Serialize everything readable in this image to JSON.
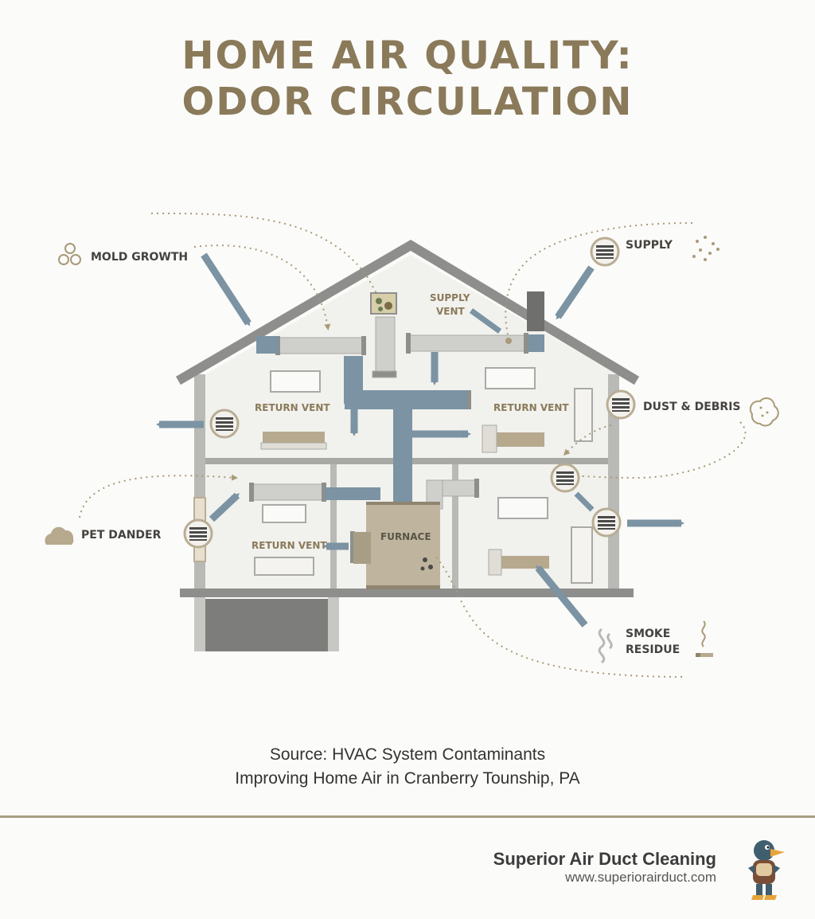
{
  "title": {
    "line1": "HOME AIR QUALITY:",
    "line2": "ODOR CIRCULATION"
  },
  "contaminants": {
    "mold": "MOLD GROWTH",
    "supply": "SUPPLY",
    "dust": "DUST & DEBRIS",
    "pet": "PET DANDER",
    "smoke_line1": "SMOKE",
    "smoke_line2": "RESIDUE"
  },
  "rooms": {
    "supply_vent_line1": "SUPPLY",
    "supply_vent_line2": "VENT",
    "return_vent_upper_left": "RETURN VENT",
    "return_vent_upper_right": "RETURN VENT",
    "return_vent_lower_left": "RETURN VENT",
    "furnace": "FURNACE"
  },
  "source": {
    "line1": "Source: HVAC System Contaminants",
    "line2": "Improving Home Air in Cranberry Tounship, PA"
  },
  "brand": {
    "name": "Superior Air Duct Cleaning",
    "url": "www.superiorairduct.com"
  },
  "colors": {
    "title": "#8a7a5a",
    "arrow": "#7b93a3",
    "duct": "#c9c9c6",
    "wall": "#9a9a98",
    "furnace": "#bfb49d",
    "dotted": "#a99a78"
  },
  "icons": [
    "mold-icon",
    "dust-particles-icon",
    "dust-cloud-icon",
    "pet-dander-icon",
    "smoke-icon",
    "cigarette-icon",
    "vent-grille-icon",
    "mascot-logo"
  ]
}
